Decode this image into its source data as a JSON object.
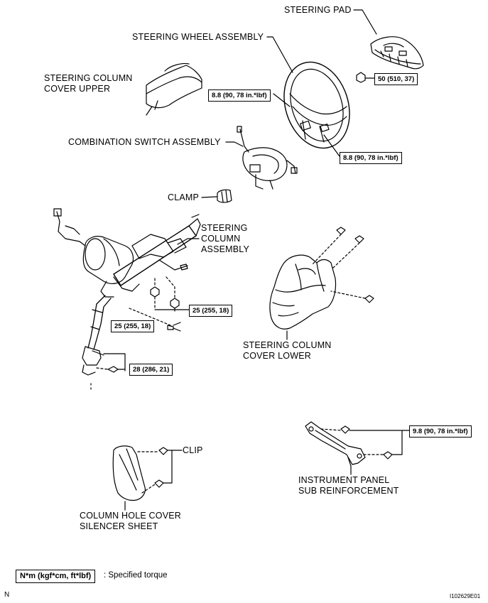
{
  "labels": {
    "steering_pad": "STEERING PAD",
    "steering_wheel_assembly": "STEERING WHEEL ASSEMBLY",
    "steering_column_cover_upper": [
      "STEERING COLUMN",
      "COVER UPPER"
    ],
    "combination_switch_assembly": "COMBINATION SWITCH ASSEMBLY",
    "clamp": "CLAMP",
    "steering_column_assembly": [
      "STEERING",
      "COLUMN",
      "ASSEMBLY"
    ],
    "steering_column_cover_lower": [
      "STEERING COLUMN",
      "COVER LOWER"
    ],
    "clip": "CLIP",
    "instrument_panel_sub_reinforcement": [
      "INSTRUMENT PANEL",
      "SUB REINFORCEMENT"
    ],
    "column_hole_cover_silencer_sheet": [
      "COLUMN HOLE COVER",
      "SILENCER SHEET"
    ]
  },
  "torques": {
    "pad_nut": "50 (510, 37)",
    "wheel_upper": "8.8 (90, 78 in.*lbf)",
    "wheel_lower": "8.8 (90, 78 in.*lbf)",
    "column_upper": "25 (255, 18)",
    "column_lower": "25 (255, 18)",
    "shaft_joint": "28 (286, 21)",
    "reinforcement": "9.8 (90, 78 in.*lbf)"
  },
  "legend": {
    "unit_box": "N*m (kgf*cm, ft*lbf)",
    "description": ": Specified torque"
  },
  "corner_left": "N",
  "figure_id": "I102629E01"
}
